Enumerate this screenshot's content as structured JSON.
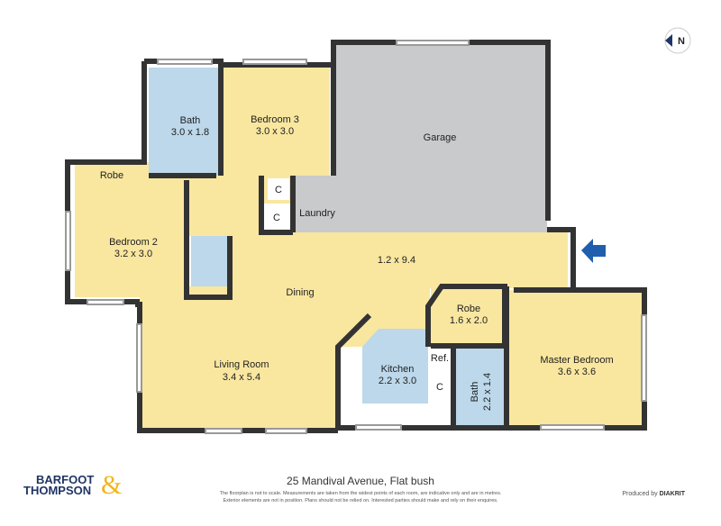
{
  "rooms": {
    "bath1": {
      "name": "Bath",
      "size": "3.0 x 1.8"
    },
    "bedroom3": {
      "name": "Bedroom 3",
      "size": "3.0 x 3.0"
    },
    "garage": {
      "name": "Garage"
    },
    "robe1": {
      "name": "Robe"
    },
    "bedroom2": {
      "name": "Bedroom 2",
      "size": "3.2 x 3.0"
    },
    "laundry": {
      "name": "Laundry"
    },
    "c1": "C",
    "c2": "C",
    "hallway": {
      "size": "1.2 x 9.4"
    },
    "dining": {
      "name": "Dining"
    },
    "living": {
      "name": "Living Room",
      "size": "3.4 x 5.4"
    },
    "kitchen": {
      "name": "Kitchen",
      "size": "2.2 x 3.0"
    },
    "ref": "Ref.",
    "c3": "C",
    "robe2": {
      "name": "Robe",
      "size": "1.6 x 2.0"
    },
    "bath2": {
      "name": "Bath",
      "size": "2.2 x 1.4"
    },
    "master": {
      "name": "Master Bedroom",
      "size": "3.6 x 3.6"
    }
  },
  "compass": "N",
  "colors": {
    "wall": "#333333",
    "living": "#f9e7a0",
    "wet": "#bcd8ea",
    "garage": "#c9cacb",
    "entry_arrow": "#1f5fae"
  },
  "footer": {
    "address": "25 Mandival Avenue, Flat bush",
    "disclaimer_1": "The floorplan is not to scale. Measurements are taken from the widest points of each room, are indicative only and are in metres.",
    "disclaimer_2": "Exterior elements are not in position. Plans should not be relied on. Interested parties should make and rely on their enquires.",
    "logo_line1": "BARFOOT",
    "logo_line2": "THOMPSON",
    "logo_amp": "&",
    "produced_by": "Produced by",
    "producer": "DIAKRIT"
  }
}
